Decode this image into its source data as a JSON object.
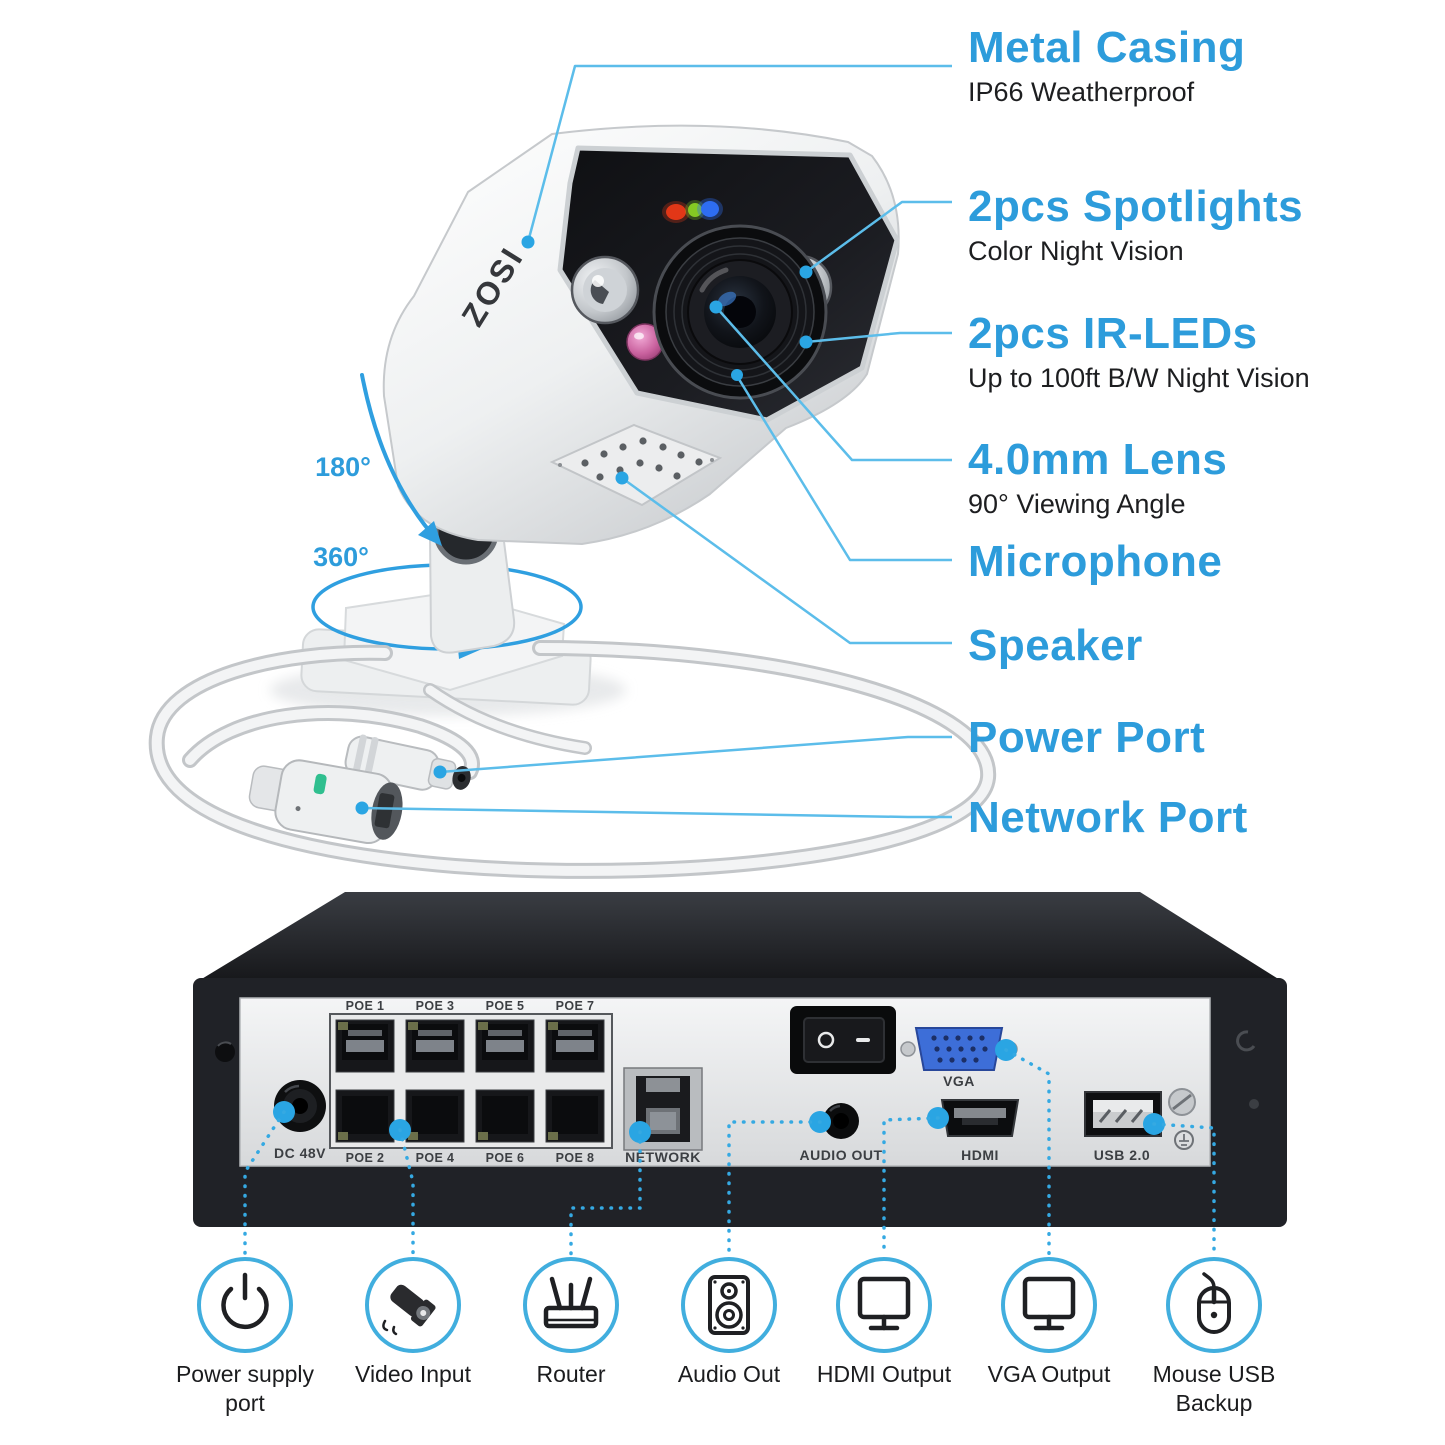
{
  "product": {
    "brand": "ZOSI"
  },
  "camera_callouts": [
    {
      "title": "Metal Casing",
      "subtitle": "IP66 Weatherproof"
    },
    {
      "title": "2pcs Spotlights",
      "subtitle": "Color Night Vision"
    },
    {
      "title": "2pcs IR-LEDs",
      "subtitle": "Up to 100ft B/W Night Vision"
    },
    {
      "title": "4.0mm Lens",
      "subtitle": "90° Viewing Angle"
    },
    {
      "title": "Microphone",
      "subtitle": ""
    },
    {
      "title": "Speaker",
      "subtitle": ""
    },
    {
      "title": "Power Port",
      "subtitle": ""
    },
    {
      "title": "Network Port",
      "subtitle": ""
    }
  ],
  "rotation": {
    "tilt": "180°",
    "pan": "360°"
  },
  "nvr": {
    "dc_label": "DC 48V",
    "poe_top": [
      "POE 1",
      "POE 3",
      "POE 5",
      "POE 7"
    ],
    "poe_bottom": [
      "POE 2",
      "POE 4",
      "POE 6",
      "POE 8"
    ],
    "network_label": "NETWORK",
    "audio_label": "AUDIO OUT",
    "vga_label": "VGA",
    "hdmi_label": "HDMI",
    "usb_label": "USB 2.0"
  },
  "port_icons": [
    {
      "icon": "power-icon",
      "label": "Power supply port"
    },
    {
      "icon": "camera-icon",
      "label": "Video Input"
    },
    {
      "icon": "router-icon",
      "label": "Router"
    },
    {
      "icon": "speaker-icon",
      "label": "Audio Out"
    },
    {
      "icon": "monitor-icon",
      "label": "HDMI Output"
    },
    {
      "icon": "monitor-icon",
      "label": "VGA Output"
    },
    {
      "icon": "mouse-icon",
      "label": "Mouse USB Backup"
    }
  ],
  "colors": {
    "accent_blue": "#2d9cdb",
    "callout_line_blue": "#5cbdea",
    "dot_blue": "#2aa5e3",
    "icon_ring_blue": "#41aede",
    "vga_port_blue": "#3d6ed8"
  }
}
